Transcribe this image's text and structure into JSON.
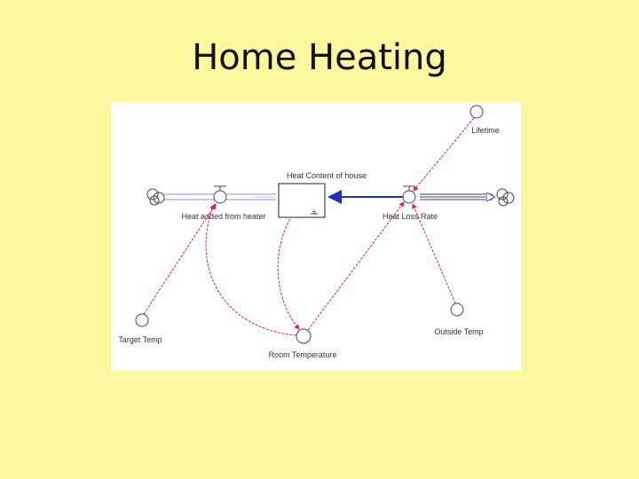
{
  "slide": {
    "title": "Home Heating"
  },
  "diagram": {
    "stock": {
      "label": "Heat Content of house",
      "sign": "+"
    },
    "flows": {
      "inflow": {
        "label": "Heat added from heater"
      },
      "outflow": {
        "label": "Heat Loss Rate"
      }
    },
    "variables": {
      "target_temp": "Target Temp",
      "room_temp": "Room Temperature",
      "lifetime": "Lifetime",
      "outside_temp": "Outside Temp"
    },
    "colors": {
      "link": "#d0207a",
      "flow_pipe": "#3040c0",
      "background": "#fbf7a1"
    }
  }
}
